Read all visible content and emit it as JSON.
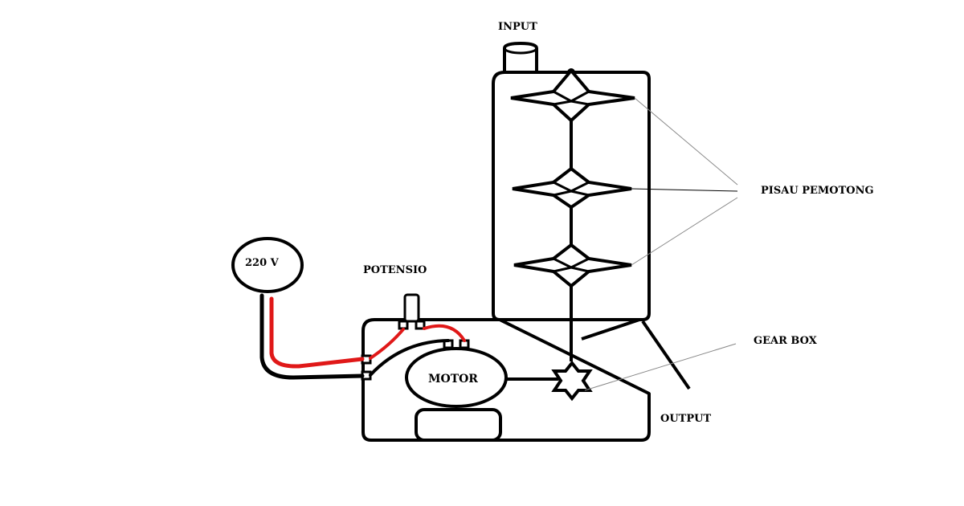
{
  "labels": {
    "input": "INPUT",
    "pisau": "PISAU PEMOTONG",
    "voltage": "220 V",
    "potensio": "POTENSIO",
    "motor": "MOTOR",
    "gearbox": "GEAR BOX",
    "output": "OUTPUT"
  },
  "colors": {
    "line": "#000000",
    "wire_live": "#e01818",
    "leader": "#888888",
    "background": "#ffffff"
  }
}
